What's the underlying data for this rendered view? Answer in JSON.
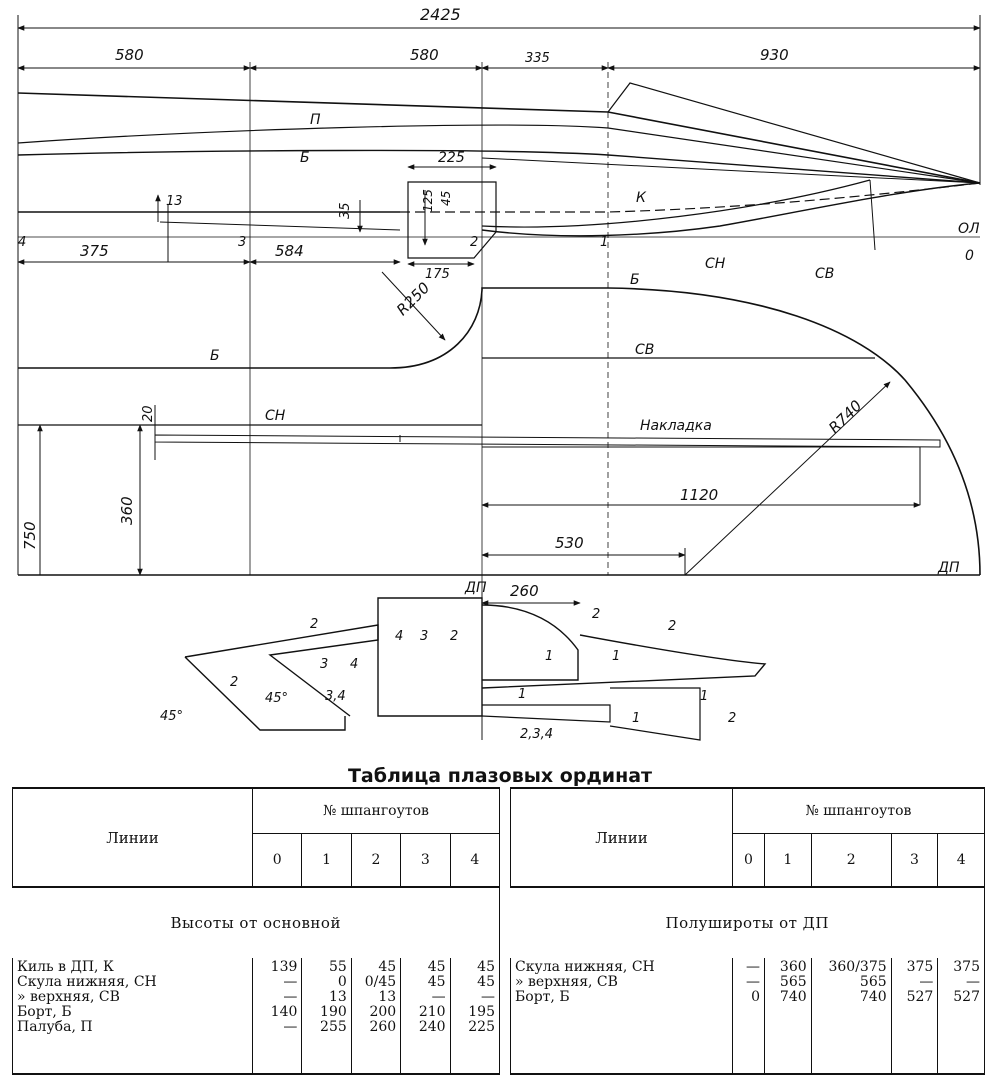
{
  "drawing": {
    "overall_length": "2425",
    "top_dims": [
      "580",
      "580",
      "335",
      "930"
    ],
    "stations": [
      "4",
      "3",
      "2",
      "1",
      "0"
    ],
    "dims": {
      "d13": "13",
      "d35": "35",
      "d125": "125",
      "d45": "45",
      "d225": "225",
      "d175": "175",
      "d375": "375",
      "d584": "584",
      "r250": "R250",
      "r740": "R740",
      "d20": "20",
      "d360": "360",
      "d750": "750",
      "d1120": "1120",
      "d530": "530",
      "d260": "260"
    },
    "labels": {
      "deck": "П",
      "side": "Б",
      "keel": "К",
      "chine_low": "СН",
      "chine_high": "СВ",
      "baseline": "ОЛ",
      "cl": "ДП",
      "pad": "Накладка",
      "angle": "45°",
      "n1": "1",
      "n2": "2",
      "n3": "3",
      "n4": "4",
      "n34": "3,4",
      "n234": "2,3,4"
    }
  },
  "table": {
    "title": "Таблица плазовых ординат",
    "lines_header": "Линии",
    "frames_header": "№ шпангоутов",
    "frames": [
      "0",
      "1",
      "2",
      "3",
      "4"
    ],
    "left": {
      "section": "Высоты от основной",
      "rows": [
        {
          "name": "Киль в ДП, К",
          "v": [
            "139",
            "55",
            "45",
            "45",
            "45"
          ]
        },
        {
          "name": "Скула нижняя, СН",
          "v": [
            "—",
            "0",
            "0/45",
            "45",
            "45"
          ]
        },
        {
          "name": "» верхняя, СВ",
          "v": [
            "—",
            "13",
            "13",
            "—",
            "—"
          ]
        },
        {
          "name": "Борт, Б",
          "v": [
            "140",
            "190",
            "200",
            "210",
            "195"
          ]
        },
        {
          "name": "Палуба, П",
          "v": [
            "—",
            "255",
            "260",
            "240",
            "225"
          ]
        }
      ]
    },
    "right": {
      "section": "Полуширoты от ДП",
      "rows": [
        {
          "name": "Скула нижняя, СН",
          "v": [
            "—",
            "360",
            "360/375",
            "375",
            "375"
          ]
        },
        {
          "name": "» верхняя, СВ",
          "v": [
            "—",
            "565",
            "565",
            "—",
            "—"
          ]
        },
        {
          "name": "Борт, Б",
          "v": [
            "0",
            "740",
            "740",
            "527",
            "527"
          ]
        }
      ]
    }
  }
}
